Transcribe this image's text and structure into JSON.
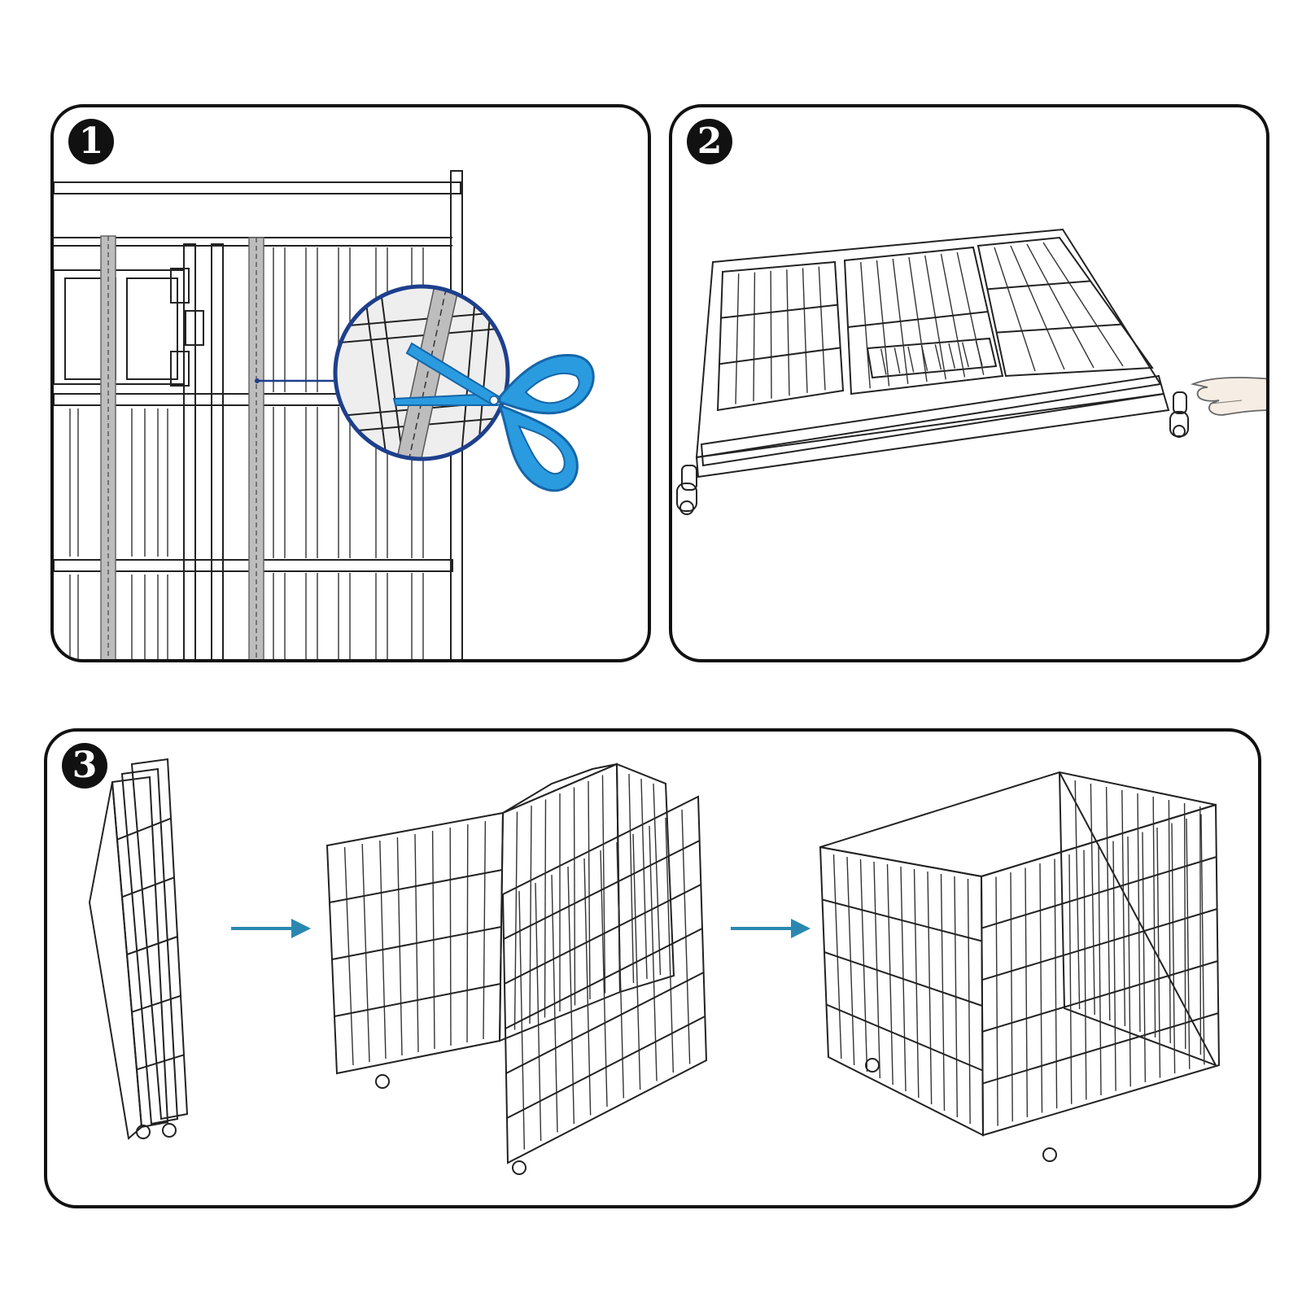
{
  "steps": [
    {
      "number": "1"
    },
    {
      "number": "2"
    },
    {
      "number": "3"
    }
  ],
  "colors": {
    "scissors": "#2b9be0",
    "scissors_dark": "#1566a8",
    "zoom_ring": "#1e3f8c",
    "arrow": "#2a88b0",
    "zip_tie": "#bdbdbd",
    "outline": "#111111"
  },
  "icons": [
    "scissors-icon",
    "hand-icon",
    "arrow-right-icon",
    "caster-wheel-icon"
  ]
}
